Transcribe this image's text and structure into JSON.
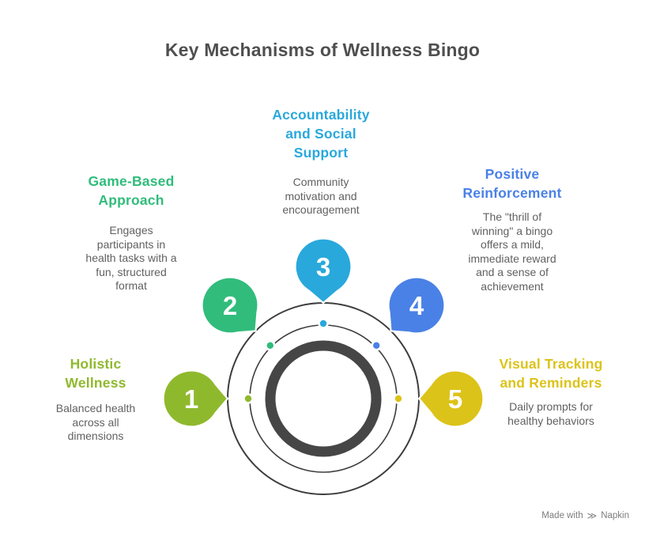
{
  "title": "Key Mechanisms of Wellness Bingo",
  "diagram": {
    "orbit_color": "#3d3d3d",
    "hub_color": "#464646"
  },
  "items": [
    {
      "number": "1",
      "heading": "Holistic\nWellness",
      "description": "Balanced health\nacross all\ndimensions",
      "color": "#8fb92d"
    },
    {
      "number": "2",
      "heading": "Game-Based\nApproach",
      "description": "Engages\nparticipants in\nhealth tasks with a\nfun, structured\nformat",
      "color": "#31bc7c"
    },
    {
      "number": "3",
      "heading": "Accountability\nand Social\nSupport",
      "description": "Community\nmotivation and\nencouragement",
      "color": "#29a8dc"
    },
    {
      "number": "4",
      "heading": "Positive\nReinforcement",
      "description": "The \"thrill of\nwinning\" a bingo\noffers a mild,\nimmediate reward\nand a sense of\nachievement",
      "color": "#4a81e6"
    },
    {
      "number": "5",
      "heading": "Visual Tracking\nand Reminders",
      "description": "Daily prompts for\nhealthy behaviors",
      "color": "#dcc319"
    }
  ],
  "footer": {
    "made_with": "Made with",
    "logo_glyph": "≫",
    "brand": "Napkin"
  }
}
